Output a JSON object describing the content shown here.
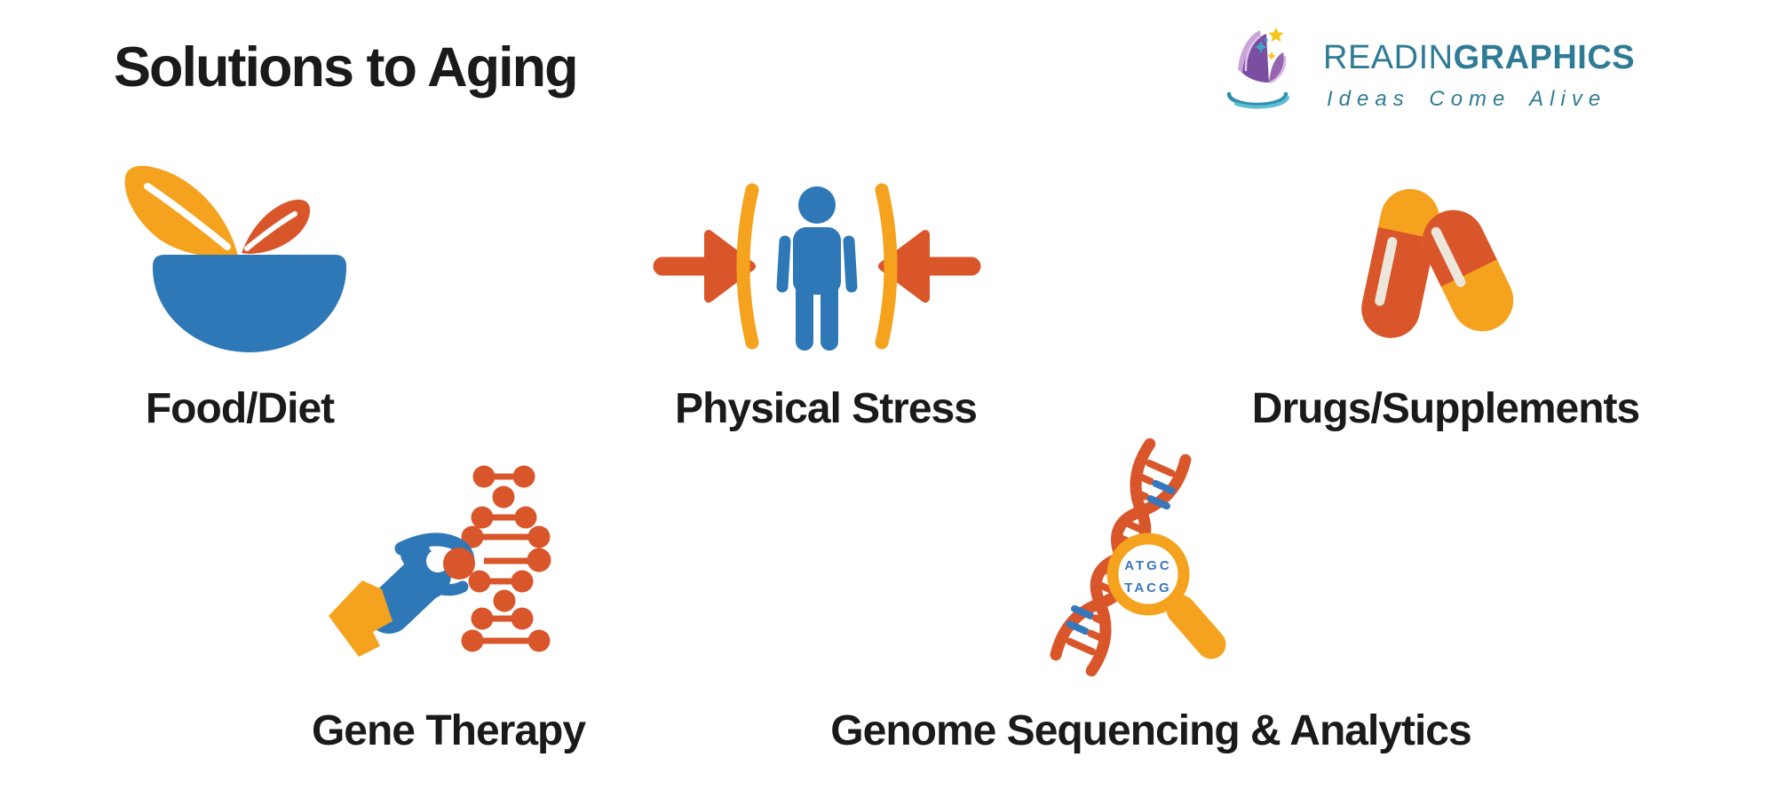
{
  "title": "Solutions to Aging",
  "logo": {
    "brand_regular": "READIN",
    "brand_bold": "GRAPHICS",
    "tagline": "Ideas Come Alive"
  },
  "items": [
    {
      "label": "Food/Diet",
      "icon": "bowl-with-leaves-icon"
    },
    {
      "label": "Physical Stress",
      "icon": "compressed-person-icon"
    },
    {
      "label": "Drugs/Supplements",
      "icon": "capsule-pills-icon"
    },
    {
      "label": "Gene Therapy",
      "icon": "hand-picking-dna-gene-icon"
    },
    {
      "label": "Genome Sequencing & Analytics",
      "icon": "dna-magnifier-icon",
      "lens_line1": "ATGC",
      "lens_line2": "TACG"
    }
  ],
  "colors": {
    "blue": "#2E78B8",
    "yellow": "#F5A31E",
    "orange_red": "#D9562B",
    "capsule_highlight": "#EDE6DA",
    "logo_teal": "#2F7B95",
    "logo_purple": "#7B4FA0",
    "dna_base_blue": "#3778BC",
    "text": "#1A1A1A",
    "background": "#FFFFFF"
  }
}
